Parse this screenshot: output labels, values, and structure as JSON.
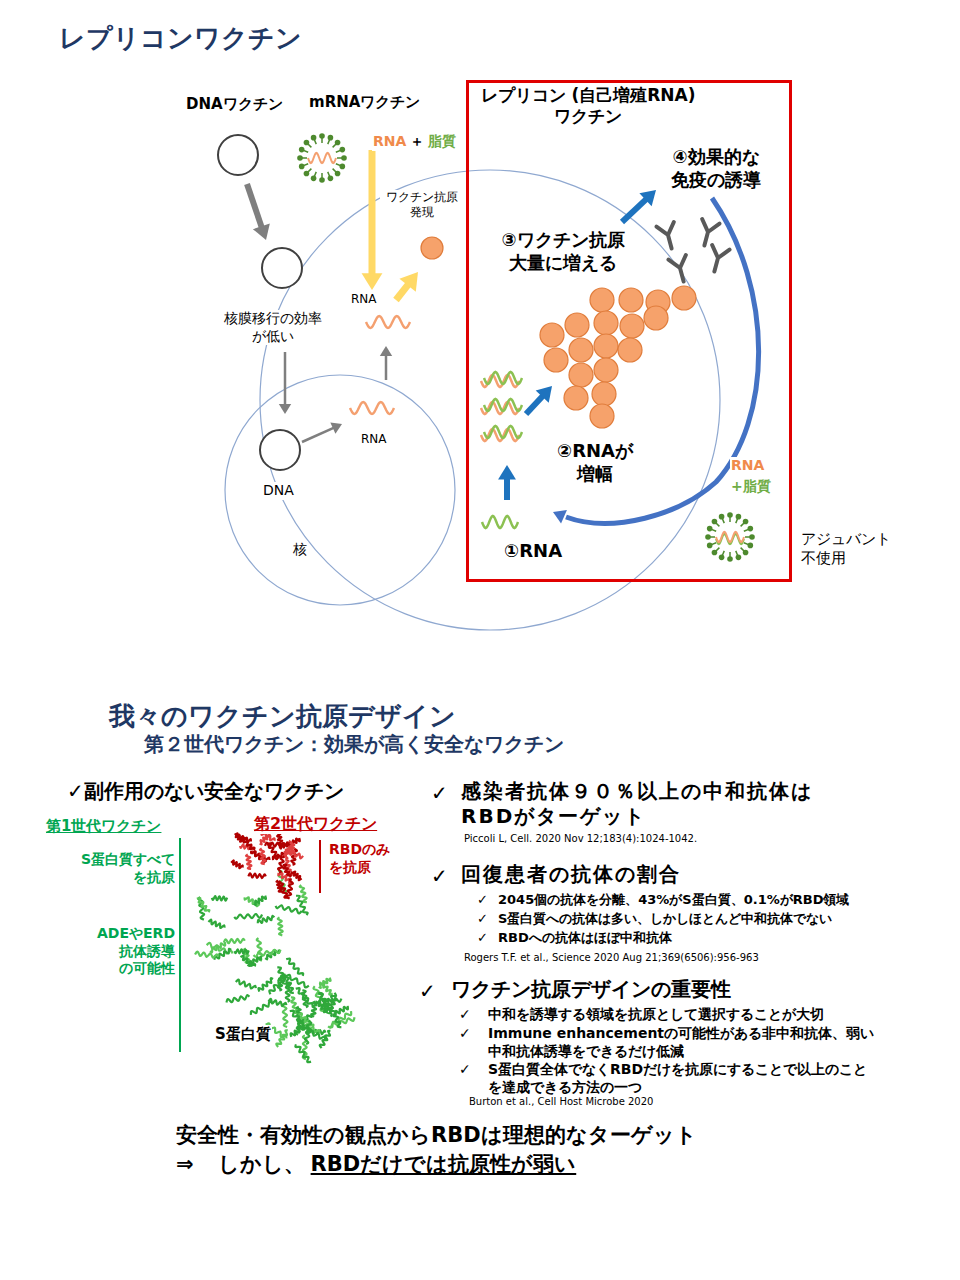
{
  "diagram": {
    "title": "レプリコンワクチン",
    "nodes": [
      {
        "text": [
          "レプリコン (自己増殖RNA)ワクチン"
        ]
      }
    ],
    "labels": [
      "DNAワクチン",
      "mRNAワクチン",
      "RNA",
      "＋",
      "脂質",
      "ワクチン抗原 発現",
      "RNA",
      "核膜移行の効率 が低い",
      "RNA",
      "DNA",
      "核",
      "④効果的な 免疫の誘導",
      "③ワクチン抗原 大量に増える",
      "②RNAが 増幅",
      "①RNA",
      "RNA",
      "+脂質",
      "アジュバント 不使用",
      "我々のワクチン抗原デザイン",
      "第２世代ワクチン：効果が高く安全なワクチン",
      "✓副作用のない安全なワクチン",
      "第1世代ワクチン",
      "第2世代ワクチン",
      "S蛋白質すべて を抗原",
      "RBDのみ を抗原",
      "ADEやERD 抗体誘導 の可能性",
      "S蛋白質",
      "✓",
      "感染者抗体９０％以上の中和抗体は RBDがターゲット",
      "Piccoli L, Cell. 2020 Nov 12;183(4):1024-1042.",
      "✓",
      "回復患者の抗体の割合",
      "✓",
      "2045個の抗体を分離、43%がS蛋白質、0.1%がRBD領域",
      "✓",
      "S蛋白質への抗体は多い、しかしほとんど中和抗体でない",
      "✓",
      "RBDへの抗体はほぼ中和抗体",
      "Rogers T.F. et al., Science 2020 Aug 21;369(6506):956-963",
      "✓",
      "ワクチン抗原デザインの重要性",
      "✓",
      "中和を誘導する領域を抗原として選択することが大切",
      "✓",
      "Immune enhancementの可能性がある非中和抗体、弱い 中和抗体誘導をできるだけ低減",
      "✓",
      "S蛋白質全体でなくRBDだけを抗原にすることで以上のこと を達成できる方法の一つ",
      "Burton et al., Cell Host Microbe 2020",
      "安全性・有効性の観点からRBDは理想的なターゲット",
      "⇒",
      "しかし、",
      "RBDだけでは抗原性が弱い"
    ]
  }
}
